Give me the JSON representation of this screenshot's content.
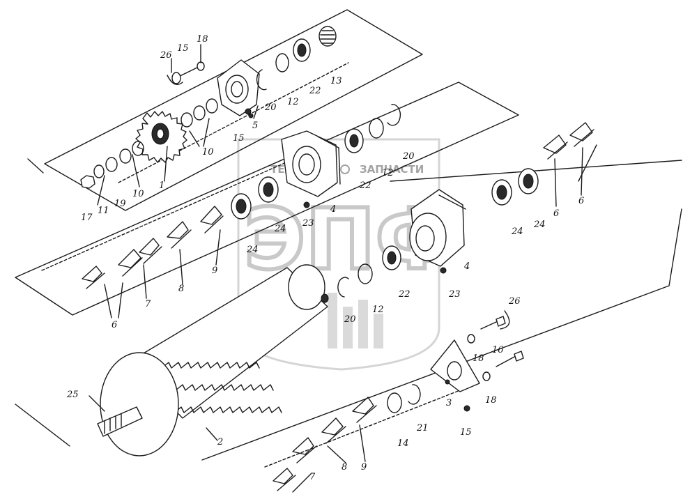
{
  "watermark": {
    "brand_left": "ТЕХНО",
    "brand_right": "ЗАПЧАСТИ",
    "logo_letters": "ЭПФ"
  },
  "callouts": [
    {
      "id": "c1",
      "text": "26"
    },
    {
      "id": "c2",
      "text": "15"
    },
    {
      "id": "c3",
      "text": "18"
    },
    {
      "id": "c4",
      "text": "20"
    },
    {
      "id": "c5",
      "text": "12"
    },
    {
      "id": "c6",
      "text": "22"
    },
    {
      "id": "c7",
      "text": "13"
    },
    {
      "id": "c8",
      "text": "5"
    },
    {
      "id": "c9",
      "text": "15"
    },
    {
      "id": "c10",
      "text": "10"
    },
    {
      "id": "c11",
      "text": "1"
    },
    {
      "id": "c12",
      "text": "10"
    },
    {
      "id": "c13",
      "text": "19"
    },
    {
      "id": "c14",
      "text": "11"
    },
    {
      "id": "c15",
      "text": "17"
    },
    {
      "id": "c16",
      "text": "22"
    },
    {
      "id": "c17",
      "text": "12"
    },
    {
      "id": "c18",
      "text": "20"
    },
    {
      "id": "c19",
      "text": "4"
    },
    {
      "id": "c20",
      "text": "23"
    },
    {
      "id": "c21",
      "text": "24"
    },
    {
      "id": "c22",
      "text": "24"
    },
    {
      "id": "c23",
      "text": "9"
    },
    {
      "id": "c24",
      "text": "8"
    },
    {
      "id": "c25",
      "text": "7"
    },
    {
      "id": "c26",
      "text": "6"
    },
    {
      "id": "c27",
      "text": "6"
    },
    {
      "id": "c28",
      "text": "6"
    },
    {
      "id": "c29",
      "text": "24"
    },
    {
      "id": "c30",
      "text": "24"
    },
    {
      "id": "c31",
      "text": "4"
    },
    {
      "id": "c32",
      "text": "22"
    },
    {
      "id": "c33",
      "text": "23"
    },
    {
      "id": "c34",
      "text": "12"
    },
    {
      "id": "c35",
      "text": "20"
    },
    {
      "id": "c36",
      "text": "26"
    },
    {
      "id": "c37",
      "text": "16"
    },
    {
      "id": "c38",
      "text": "18"
    },
    {
      "id": "c39",
      "text": "18"
    },
    {
      "id": "c40",
      "text": "3"
    },
    {
      "id": "c41",
      "text": "15"
    },
    {
      "id": "c42",
      "text": "21"
    },
    {
      "id": "c43",
      "text": "14"
    },
    {
      "id": "c44",
      "text": "9"
    },
    {
      "id": "c45",
      "text": "8"
    },
    {
      "id": "c46",
      "text": "7"
    },
    {
      "id": "c47",
      "text": "25"
    },
    {
      "id": "c48",
      "text": "2"
    }
  ]
}
